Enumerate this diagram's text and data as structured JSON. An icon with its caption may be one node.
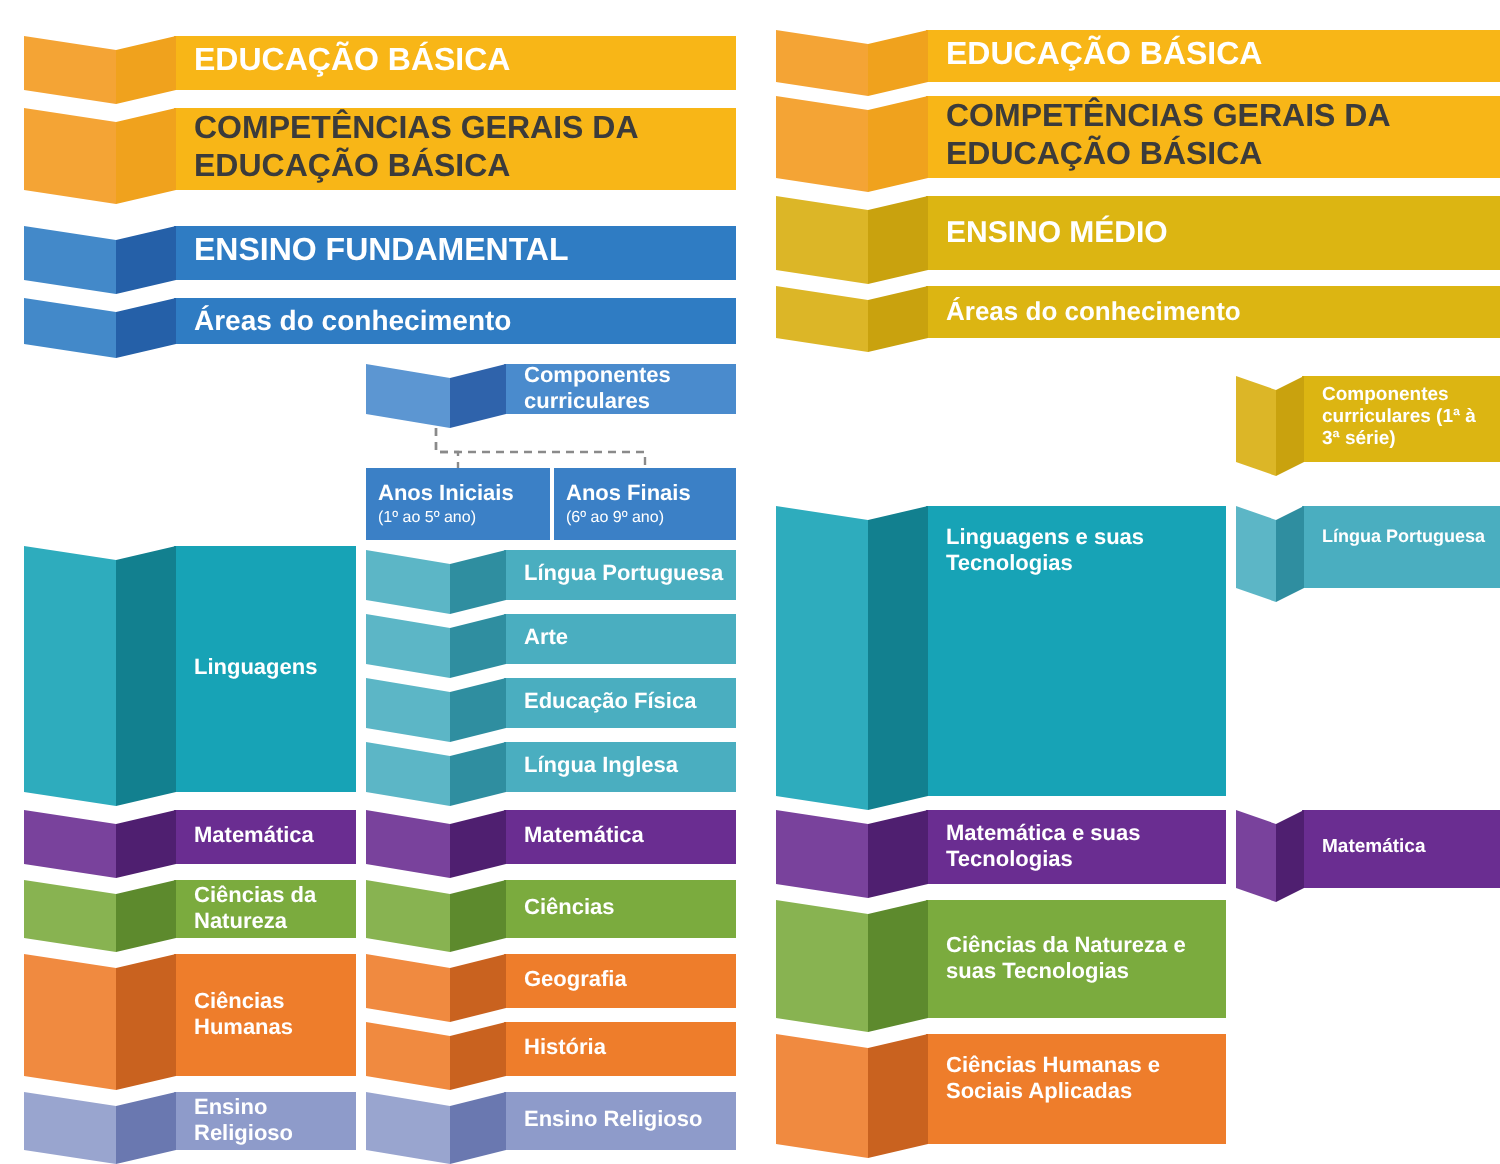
{
  "diagram": {
    "nodes": [
      {
        "text": [
          "EDUCAÇÃO BÁSICA"
        ]
      },
      {
        "text": [
          "COMPETÊNCIAS GERAIS DA EDUCAÇÃO BÁSICA"
        ]
      },
      {
        "text": [
          "ENSINO FUNDAMENTAL"
        ]
      },
      {
        "text": [
          "Áreas do conhecimento"
        ]
      },
      {
        "text": [
          "Componentes curriculares"
        ]
      },
      {
        "text": [
          "Anos Iniciais",
          "(1º ao 5º ano)"
        ]
      },
      {
        "text": [
          "Anos Finais",
          "(6º ao 9º ano)"
        ]
      },
      {
        "text": [
          "Linguagens"
        ]
      },
      {
        "text": [
          "Língua Portuguesa"
        ]
      },
      {
        "text": [
          "Arte"
        ]
      },
      {
        "text": [
          "Educação Física"
        ]
      },
      {
        "text": [
          "Língua Inglesa"
        ]
      },
      {
        "text": [
          "Matemática"
        ]
      },
      {
        "text": [
          "Matemática"
        ]
      },
      {
        "text": [
          "Ciências da Natureza"
        ]
      },
      {
        "text": [
          "Ciências"
        ]
      },
      {
        "text": [
          "Ciências Humanas"
        ]
      },
      {
        "text": [
          "Geografia"
        ]
      },
      {
        "text": [
          "História"
        ]
      },
      {
        "text": [
          "Ensino Religioso"
        ]
      },
      {
        "text": [
          "Ensino Religioso"
        ]
      },
      {
        "text": [
          "EDUCAÇÃO BÁSICA"
        ]
      },
      {
        "text": [
          "COMPETÊNCIAS GERAIS DA EDUCAÇÃO BÁSICA"
        ]
      },
      {
        "text": [
          "ENSINO MÉDIO"
        ]
      },
      {
        "text": [
          "Áreas do conhecimento"
        ]
      },
      {
        "text": [
          "Componentes curriculares (1ª à 3ª série)"
        ]
      },
      {
        "text": [
          "Linguagens e suas Tecnologias"
        ]
      },
      {
        "text": [
          "Língua Portuguesa"
        ]
      },
      {
        "text": [
          "Matemática e suas Tecnologias"
        ]
      },
      {
        "text": [
          "Matemática"
        ]
      },
      {
        "text": [
          "Ciências da Natureza e suas Tecnologias"
        ]
      },
      {
        "text": [
          "Ciências Humanas e Sociais Aplicadas"
        ]
      }
    ],
    "edges": [
      {
        "from": 4,
        "to": 5,
        "arrow": "none",
        "style": "dashed"
      },
      {
        "from": 4,
        "to": 6,
        "arrow": "none",
        "style": "dashed"
      }
    ]
  }
}
